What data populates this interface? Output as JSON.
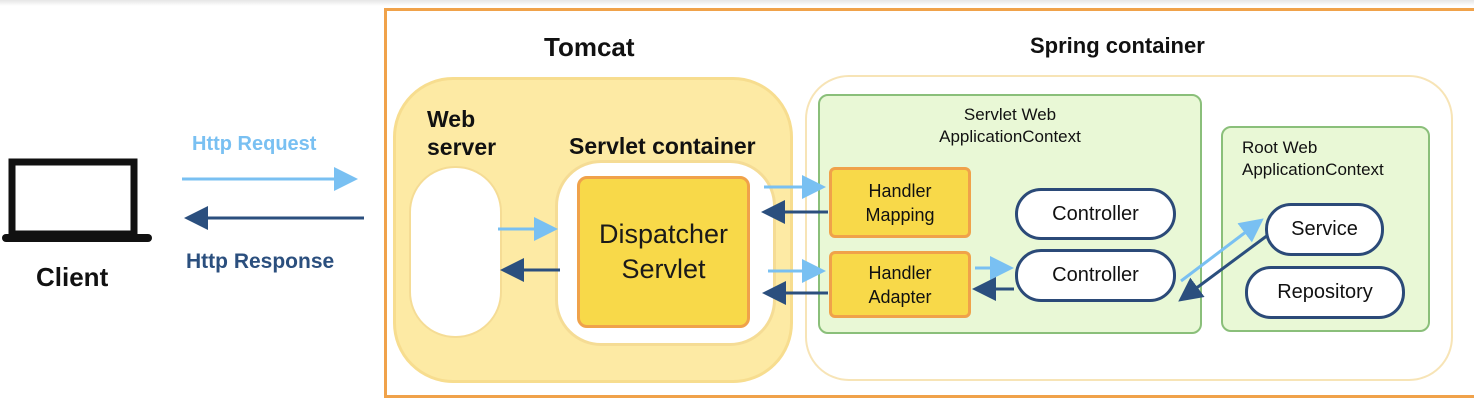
{
  "colors": {
    "request_arrow": "#79c0f2",
    "response_arrow": "#2b4f7e",
    "tomcat_fill": "#fdeaa4",
    "outer_border": "#f0a24a",
    "component_fill": "#f8d949",
    "context_fill": "#e9f8d6",
    "context_border": "#8abf7a",
    "bean_border": "#2b4a78"
  },
  "icons": {
    "client": "laptop-icon"
  },
  "client": {
    "label": "Client"
  },
  "http": {
    "request_label": "Http Request",
    "response_label": "Http Response"
  },
  "tomcat": {
    "title": "Tomcat",
    "web_server_label": [
      "Web",
      "server"
    ],
    "servlet_container_label": "Servlet container",
    "dispatcher_label": [
      "Dispatcher",
      "Servlet"
    ]
  },
  "spring": {
    "title": "Spring container",
    "servlet_context_label": [
      "Servlet Web",
      "ApplicationContext"
    ],
    "handler_mapping_label": [
      "Handler",
      "Mapping"
    ],
    "handler_adapter_label": [
      "Handler",
      "Adapter"
    ],
    "controller_label": "Controller",
    "root_context_label": [
      "Root Web",
      "ApplicationContext"
    ],
    "service_label": "Service",
    "repository_label": "Repository"
  }
}
